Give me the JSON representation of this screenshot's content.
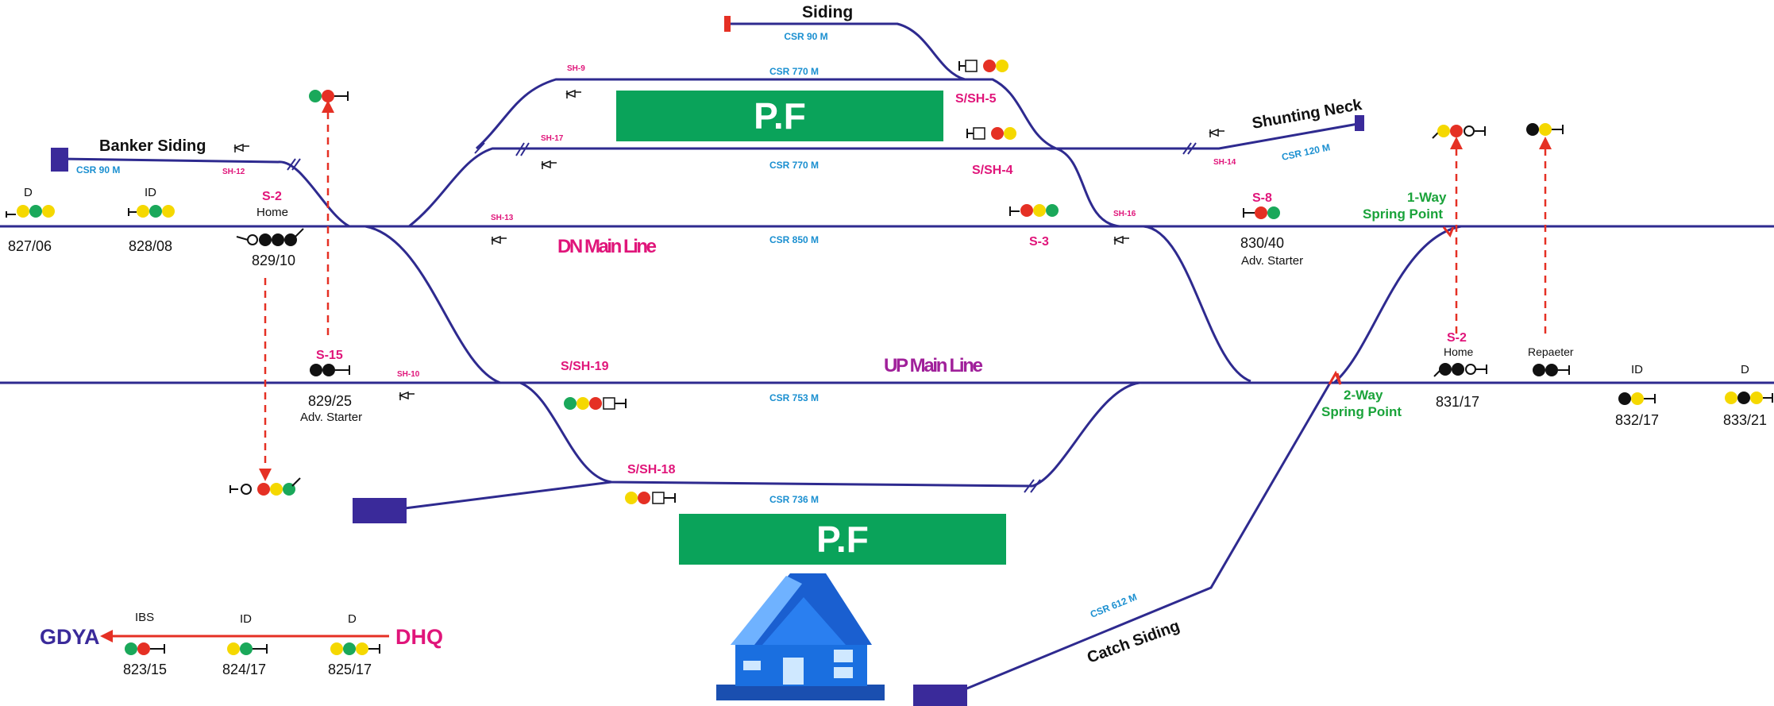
{
  "colors": {
    "track": "#2e2a8f",
    "magenta": "#e0157a",
    "purple": "#a0209a",
    "cyan": "#1a8fd0",
    "green_text": "#1aa33a",
    "platform": "#0aa35a",
    "red": "#e53024",
    "yellow": "#f5d800",
    "sig_green": "#1aa85a",
    "black": "#111111",
    "arrow": "#e53024",
    "block": "#3a2a9a",
    "house": "#1a5fd0"
  },
  "labels": {
    "siding": "Siding",
    "csr_90_top": "CSR 90 M",
    "csr_770_top": "CSR 770 M",
    "csr_770_mid": "CSR 770 M",
    "csr_850": "CSR 850 M",
    "csr_753": "CSR 753 M",
    "csr_736": "CSR 736 M",
    "csr_612": "CSR 612 M",
    "csr_120": "CSR 120  M",
    "csr_90_banker": "CSR 90 M",
    "banker_siding": "Banker Siding",
    "shunting_neck": "Shunting Neck",
    "catch_siding": "Catch Siding",
    "dn_main": "DN Main Line",
    "up_main": "UP Main Line",
    "pf": "P.F",
    "pf2": "P.F",
    "ssh5": "S/SH-5",
    "ssh4": "S/SH-4",
    "s3": "S-3",
    "s8": "S-8",
    "s2_left": "S-2",
    "s2_right": "S-2",
    "s15": "S-15",
    "ssh19": "S/SH-19",
    "ssh18": "S/SH-18",
    "sh9": "SH-9",
    "sh17": "SH-17",
    "sh12": "SH-12",
    "sh13": "SH-13",
    "sh16": "SH-16",
    "sh14": "SH-14",
    "sh10": "SH-10",
    "home_left": "Home",
    "home_right": "Home",
    "adv_starter_left": "Adv. Starter",
    "adv_starter_right": "Adv. Starter",
    "one_way_1": "1-Way",
    "one_way_2": "Spring Point",
    "two_way_1": "2-Way",
    "two_way_2": "Spring Point",
    "repeater": "Repaeter",
    "d_left": "D",
    "id_left": "ID",
    "id_right": "ID",
    "d_right": "D",
    "km_827": "827/06",
    "km_828": "828/08",
    "km_829_10": "829/10",
    "km_830": "830/40",
    "km_829_25": "829/25",
    "km_831": "831/17",
    "km_832": "832/17",
    "km_833": "833/21",
    "gdya": "GDYA",
    "dhq": "DHQ",
    "legend_ibs": "IBS",
    "legend_id": "ID",
    "legend_d": "D",
    "km_823": "823/15",
    "km_824": "824/17",
    "km_825": "825/17"
  }
}
